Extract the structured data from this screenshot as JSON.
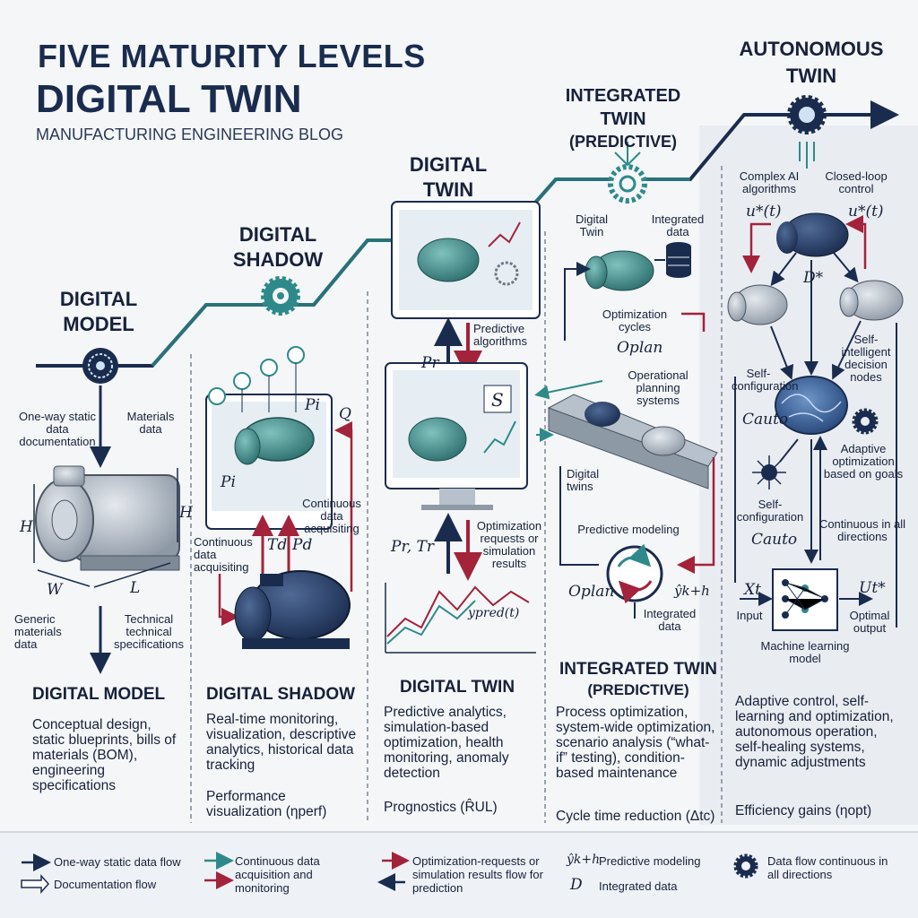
{
  "header": {
    "line1": "FIVE MATURITY LEVELS",
    "line2": "DIGITAL TWIN",
    "subtitle": "MANUFACTURING ENGINEERING BLOG"
  },
  "stair": {
    "model": "DIGITAL MODEL",
    "shadow": "DIGITAL SHADOW",
    "twin": "DIGITAL TWIN",
    "integrated_1": "INTEGRATED TWIN",
    "integrated_2": "(PREDICTIVE)",
    "autonomous_1": "AUTONOMOUS",
    "autonomous_2": "TWIN"
  },
  "col1": {
    "label_static": "One-way static data documentation",
    "label_materials": "Materials data",
    "dim_h1": "H",
    "dim_h2": "H",
    "dim_w": "W",
    "dim_l": "L",
    "label_generic": "Generic materials data",
    "label_technical": "Technical technical specifications",
    "heading": "DIGITAL MODEL",
    "desc": "Conceptual design, static blueprints, bills of materials (BOM), engineering specifications"
  },
  "col2": {
    "math_pi_top": "Pi",
    "math_q": "Q",
    "math_pi_left": "Pi",
    "math_td": "Td",
    "math_pd": "Pd",
    "label_cont_left": "Continuous data acquisiting",
    "label_cont_right": "Continuous data acquisiting",
    "heading": "DIGITAL SHADOW",
    "desc": "Real-time monitoring, visualization, descriptive analytics, historical data tracking",
    "perf": "Performance visualization (ηperf)"
  },
  "col3": {
    "label_predictive": "Predictive algorithms",
    "math_pr": "Pr",
    "math_s": "S",
    "math_pr_tr": "Pr, Tr",
    "label_opt_requests": "Optimization requests or simulation results",
    "math_ypred": "ypred(t)",
    "heading": "DIGITAL TWIN",
    "desc": "Predictive analytics, simulation-based optimization, health monitoring, anomaly detection",
    "prognostics": "Prognostics (R̂UL)"
  },
  "col4": {
    "label_digital_twin": "Digital Twin",
    "label_integrated": "Integrated data",
    "label_opt_cycles": "Optimization cycles",
    "math_oplan": "Oplan",
    "label_operational": "Operational planning systems",
    "label_digital_twins": "Digital twins",
    "label_pred_modeling": "Predictive modeling",
    "math_oplan2": "Oplan",
    "math_yk": "ŷk+h",
    "label_integrated2": "Integrated data",
    "heading_1": "INTEGRATED TWIN",
    "heading_2": "(PREDICTIVE)",
    "desc": "Process optimization, system-wide optimization, scenario analysis (“what-if” testing), condition-based maintenance",
    "cycle": "Cycle time reduction (Δtc)"
  },
  "col5": {
    "label_complex": "Complex AI algorithms",
    "label_closed": "Closed-loop control",
    "math_u1": "u*(t)",
    "math_u2": "u*(t)",
    "math_d": "D*",
    "label_self_intel": "Self-intelligent decision nodes",
    "label_self_config1": "Self-configuration",
    "math_cauto1": "Cauto",
    "label_adaptive": "Adaptive optimization based on goals",
    "label_self_config2": "Self-configuration",
    "math_cauto2": "Cauto",
    "label_continuous": "Continuous in all directions",
    "math_xt": "Xt",
    "math_ut": "Ut*",
    "label_input": "Input",
    "label_optimal": "Optimal output",
    "label_ml": "Machine learning model",
    "desc": "Adaptive control, self-learning and optimization, autonomous operation, self-healing systems, dynamic adjustments",
    "efficiency": "Efficiency gains (ηopt)"
  },
  "legend": {
    "oneway": "One-way static data flow",
    "doc": "Documentation flow",
    "continuous": "Continuous data acquisition and monitoring",
    "opt_req": "Optimization-requests or simulation results flow for prediction",
    "yk_symbol": "ŷk+h",
    "pred_modeling": "Predictive modeling",
    "d_symbol": "D",
    "integrated": "Integrated data",
    "allflow": "Data flow continuous in all directions"
  },
  "colors": {
    "navy": "#1a2c4e",
    "teal": "#2e8a8a",
    "crimson": "#a3233a",
    "steel": "#8e99a6"
  }
}
